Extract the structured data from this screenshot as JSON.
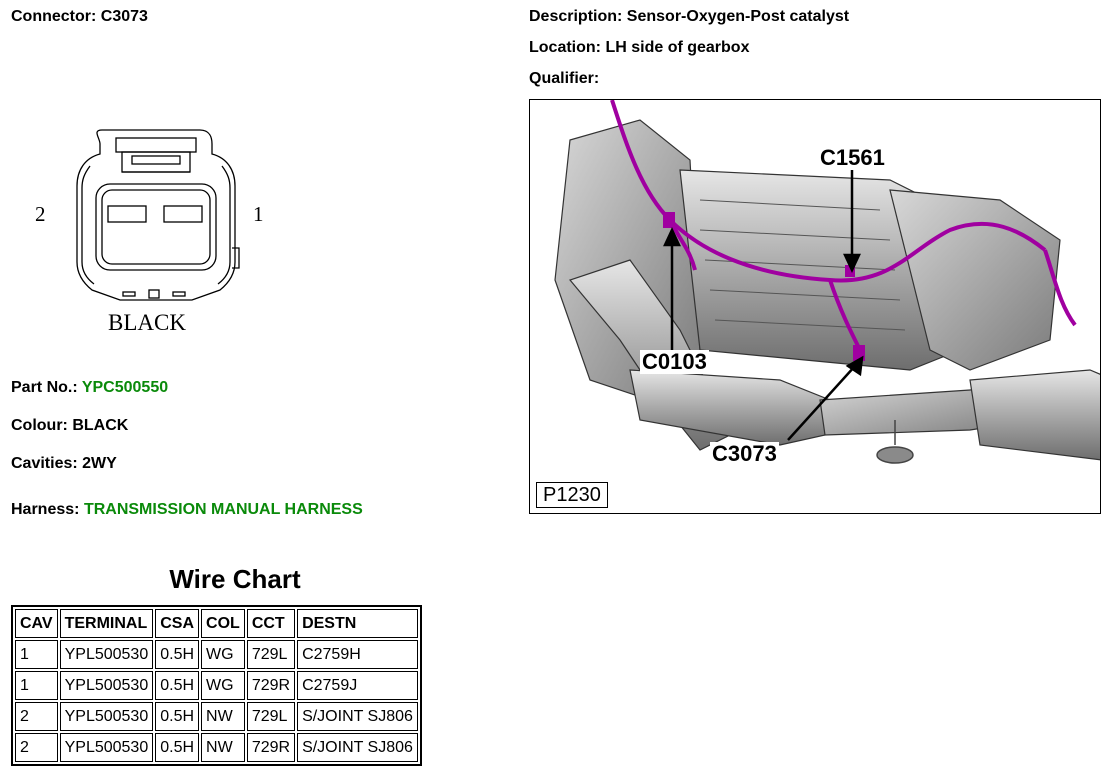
{
  "connector": {
    "label": "Connector:",
    "value": "C3073",
    "pin_left": "2",
    "pin_right": "1",
    "body_color_text": "BLACK"
  },
  "info": {
    "description_label": "Description:",
    "description_value": "Sensor-Oxygen-Post catalyst",
    "location_label": "Location:",
    "location_value": "LH side of gearbox",
    "qualifier_label": "Qualifier:",
    "qualifier_value": ""
  },
  "part": {
    "part_no_label": "Part No.:",
    "part_no_value": "YPC500550",
    "colour_label": "Colour:",
    "colour_value": "BLACK",
    "cavities_label": "Cavities:",
    "cavities_value": "2WY",
    "harness_label": "Harness:",
    "harness_value": "TRANSMISSION MANUAL HARNESS"
  },
  "wire_chart": {
    "title": "Wire Chart",
    "headers": [
      "CAV",
      "TERMINAL",
      "CSA",
      "COL",
      "CCT",
      "DESTN"
    ],
    "rows": [
      [
        "1",
        "YPL500530",
        "0.5H",
        "WG",
        "729L",
        "C2759H"
      ],
      [
        "1",
        "YPL500530",
        "0.5H",
        "WG",
        "729R",
        "C2759J"
      ],
      [
        "2",
        "YPL500530",
        "0.5H",
        "NW",
        "729L",
        "S/JOINT SJ806"
      ],
      [
        "2",
        "YPL500530",
        "0.5H",
        "NW",
        "729R",
        "S/JOINT SJ806"
      ]
    ]
  },
  "photo": {
    "callouts": [
      "C1561",
      "C0103",
      "C3073"
    ],
    "figure_id": "P1230",
    "harness_color": "#a000a0"
  }
}
